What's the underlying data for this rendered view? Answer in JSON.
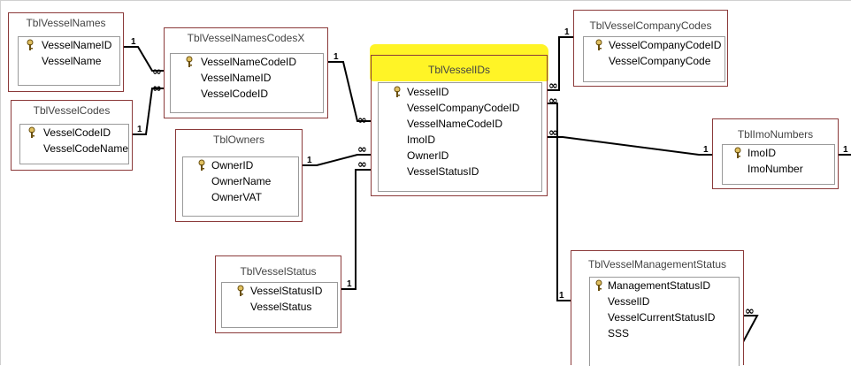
{
  "tables": {
    "vessel_names": {
      "title": "TblVesselNames",
      "fields": [
        {
          "name": "VesselNameID",
          "pk": true
        },
        {
          "name": "VesselName",
          "pk": false
        }
      ]
    },
    "vessel_codes": {
      "title": "TblVesselCodes",
      "fields": [
        {
          "name": "VesselCodeID",
          "pk": true
        },
        {
          "name": "VesselCodeName",
          "pk": false
        }
      ]
    },
    "vessel_names_codes_x": {
      "title": "TblVesselNamesCodesX",
      "fields": [
        {
          "name": "VesselNameCodeID",
          "pk": true
        },
        {
          "name": "VesselNameID",
          "pk": false
        },
        {
          "name": "VesselCodeID",
          "pk": false
        }
      ]
    },
    "owners": {
      "title": "TblOwners",
      "fields": [
        {
          "name": "OwnerID",
          "pk": true
        },
        {
          "name": "OwnerName",
          "pk": false
        },
        {
          "name": "OwnerVAT",
          "pk": false
        }
      ]
    },
    "vessel_status": {
      "title": "TblVesselStatus",
      "fields": [
        {
          "name": "VesselStatusID",
          "pk": true
        },
        {
          "name": "VesselStatus",
          "pk": false
        }
      ]
    },
    "vessel_ids": {
      "title": "TblVesselIDs",
      "fields": [
        {
          "name": "VesselID",
          "pk": true
        },
        {
          "name": "VesselCompanyCodeID",
          "pk": false
        },
        {
          "name": "VesselNameCodeID",
          "pk": false
        },
        {
          "name": "ImoID",
          "pk": false
        },
        {
          "name": "OwnerID",
          "pk": false
        },
        {
          "name": "VesselStatusID",
          "pk": false
        }
      ]
    },
    "vessel_company_codes": {
      "title": "TblVesselCompanyCodes",
      "fields": [
        {
          "name": "VesselCompanyCodeID",
          "pk": true
        },
        {
          "name": "VesselCompanyCode",
          "pk": false
        }
      ]
    },
    "imo_numbers": {
      "title": "TblImoNumbers",
      "fields": [
        {
          "name": "ImoID",
          "pk": true
        },
        {
          "name": "ImoNumber",
          "pk": false
        }
      ]
    },
    "vessel_management_status": {
      "title": "TblVesselManagementStatus",
      "fields": [
        {
          "name": "ManagementStatusID",
          "pk": true
        },
        {
          "name": "VesselID",
          "pk": false
        },
        {
          "name": "VesselCurrentStatusID",
          "pk": false
        },
        {
          "name": "SSS",
          "pk": false
        }
      ]
    }
  },
  "relationship_labels": {
    "one": "1",
    "many": "∞"
  },
  "colors": {
    "table_border": "#8b3a3a",
    "highlight": "#fff200",
    "line": "#000000"
  }
}
